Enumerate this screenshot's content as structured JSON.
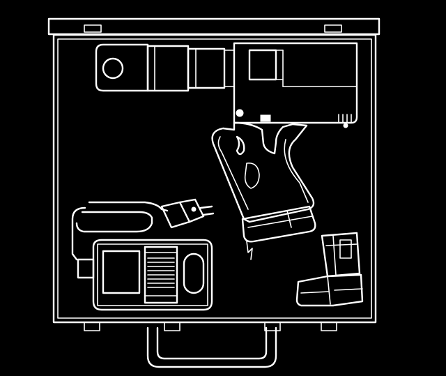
{
  "colors": {
    "background": "#000000",
    "line": "#ffffff"
  },
  "objects": [
    {
      "name": "carrying-case",
      "icon": "case-icon"
    },
    {
      "name": "impact-wrench",
      "icon": "cordless-wrench-icon"
    },
    {
      "name": "battery-charger",
      "icon": "charger-icon"
    },
    {
      "name": "power-plug",
      "icon": "plug-icon"
    },
    {
      "name": "battery-pack",
      "icon": "battery-icon"
    }
  ]
}
